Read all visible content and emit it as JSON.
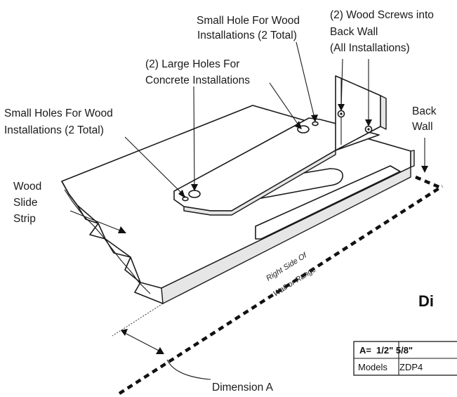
{
  "labels": {
    "small_hole_top_1": "Small Hole For Wood",
    "small_hole_top_2": "Installations (2 Total)",
    "wood_screws_1": "(2) Wood Screws into",
    "wood_screws_2": "Back Wall",
    "wood_screws_3": "(All Installations)",
    "large_holes_1": "(2) Large Holes For",
    "large_holes_2": "Concrete Installations",
    "small_holes_left_1": "Small Holes For Wood",
    "small_holes_left_2": "Installations (2 Total)",
    "back_wall_1": "Back",
    "back_wall_2": "Wall",
    "wood_slide_1": "Wood",
    "wood_slide_2": "Slide",
    "wood_slide_3": "Strip",
    "right_side_1": "Right Side Of",
    "right_side_2": "Wall or Range",
    "dimension_a": "Dimension A"
  },
  "heading_partial": "Di",
  "table": {
    "row1_label": "A=",
    "row1_values": "1/2\" 5/8\"",
    "row2_label": "Models",
    "row2_values": "ZDP4"
  }
}
